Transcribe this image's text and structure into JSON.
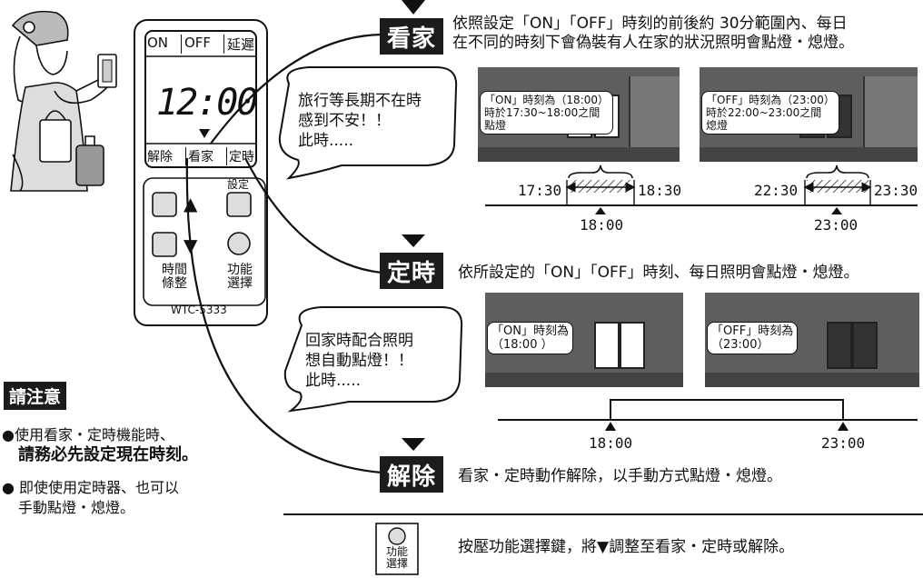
{
  "device": {
    "lcd_header": [
      "ON",
      "OFF",
      "延遲"
    ],
    "time": "12:00",
    "mode_labels": [
      "解除",
      "看家",
      "定時"
    ],
    "set_label": "設定",
    "time_adjust_label_1": "時間",
    "time_adjust_label_2": "條整",
    "func_label_1": "功能",
    "func_label_2": "選擇",
    "model": "WTC-5333",
    "arrow_up": "▲",
    "arrow_down": "▼"
  },
  "notice": {
    "title": "請注意",
    "item1_line1": "●使用看家・定時機能時、",
    "item1_line2": "請務必先設定現在時刻。",
    "item2_line1": "● 即使使用定時器、也可以",
    "item2_line2": "手動點燈・熄燈。"
  },
  "bubbles": {
    "away": [
      "旅行等長期不在時",
      "感到不安！！",
      "此時....."
    ],
    "timer": [
      "回家時配合照明",
      "想自動點燈！！",
      "此時....."
    ]
  },
  "modes": {
    "away": {
      "label": "看家",
      "desc_line1": "依照設定「ON」「OFF」時刻的前後約 30分範圍內、每日",
      "desc_line2": "在不同的時刻下會偽裝有人在家的狀況照明會點燈・熄燈。",
      "cap_on": [
        "「ON」時刻為（18:00）",
        "時於17:30~18:00之間",
        "點燈"
      ],
      "cap_off": [
        "「OFF」時刻為（23:00）",
        "時於22:00~23:00之間",
        "熄燈"
      ],
      "ticks_top": [
        "17:30",
        "18:30",
        "22:30",
        "23:30"
      ],
      "ticks_bottom": [
        "18:00",
        "23:00"
      ]
    },
    "timer": {
      "label": "定時",
      "desc": "依所設定的「ON」「OFF」時刻、每日照明會點燈・熄燈。",
      "cap_on": [
        "「ON」時刻為",
        "（18:00 ）"
      ],
      "cap_off": [
        "「OFF」時刻為",
        "（23:00）"
      ],
      "ticks": [
        "18:00",
        "23:00"
      ]
    },
    "release": {
      "label": "解除",
      "desc": "看家・定時動作解除，以手動方式點燈・熄燈。"
    }
  },
  "footer": {
    "key_label_1": "功能",
    "key_label_2": "選擇",
    "desc": "按壓功能選擇鍵，將▼調整至看家・定時或解除。"
  }
}
